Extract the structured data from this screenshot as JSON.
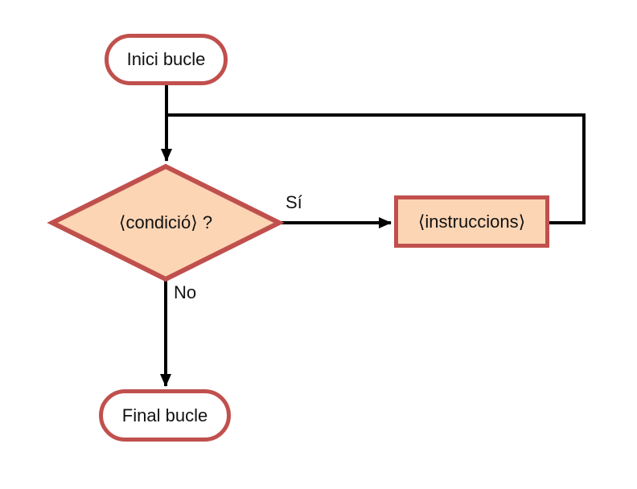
{
  "diagram": {
    "type": "flowchart",
    "language": "Catalan",
    "nodes": {
      "start": {
        "label": "Inici bucle",
        "shape": "terminator"
      },
      "decision": {
        "label": "⟨condició⟩ ?",
        "shape": "decision"
      },
      "process": {
        "label": "⟨instruccions⟩",
        "shape": "process"
      },
      "end": {
        "label": "Final bucle",
        "shape": "terminator"
      }
    },
    "edges": {
      "start_to_decision": {
        "from": "start",
        "to": "decision",
        "label": ""
      },
      "decision_to_process": {
        "from": "decision",
        "to": "process",
        "label": "Sí"
      },
      "process_loop_back": {
        "from": "process",
        "to": "start_to_decision",
        "label": ""
      },
      "decision_to_end": {
        "from": "decision",
        "to": "end",
        "label": "No"
      }
    },
    "colors": {
      "shape_border": "#c0504d",
      "shape_fill": "#fcd5b4",
      "terminator_fill": "#ffffff",
      "connector": "#000000",
      "text": "#111111",
      "background": "#ffffff"
    }
  }
}
